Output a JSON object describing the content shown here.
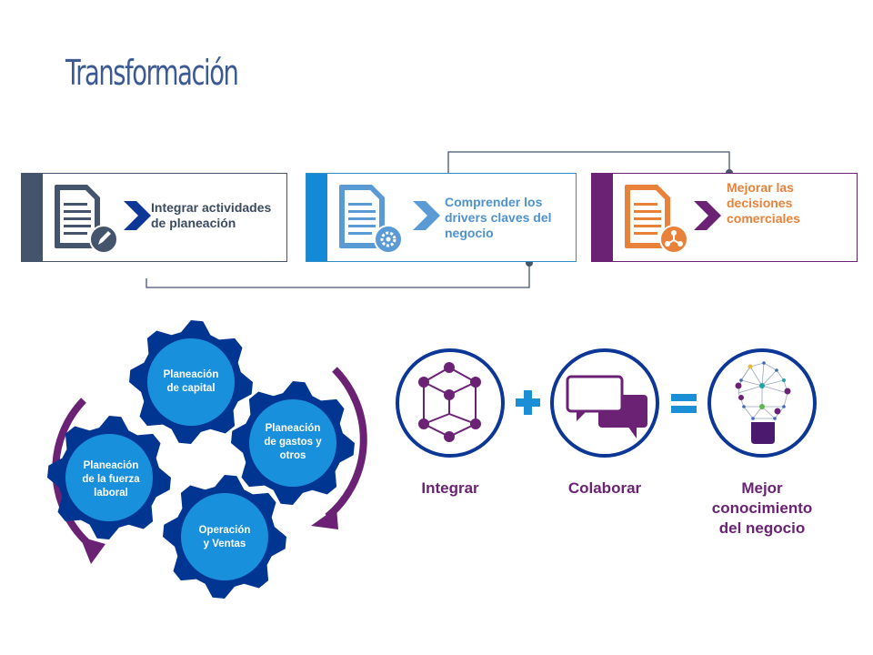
{
  "slide": {
    "title": "Transformación"
  },
  "steps": [
    {
      "label_line1": "Integrar actividades",
      "label_line2": "de planeación",
      "label_line3": "",
      "icon": "document-pencil-icon",
      "color": "#45546d"
    },
    {
      "label_line1": "Comprender los",
      "label_line2": "drivers claves del",
      "label_line3": "negocio",
      "icon": "document-gear-icon",
      "color": "#4e92d0"
    },
    {
      "label_line1": "Mejorar las",
      "label_line2": "decisiones",
      "label_line3": "comerciales",
      "icon": "document-network-icon",
      "color": "#e8823a"
    }
  ],
  "gears": [
    {
      "line1": "Planeación",
      "line2": "de capital",
      "line3": ""
    },
    {
      "line1": "Planeación",
      "line2": "de gastos y",
      "line3": "otros"
    },
    {
      "line1": "Planeación",
      "line2": "de la fuerza",
      "line3": "laboral"
    },
    {
      "line1": "Operación",
      "line2": "y Ventas",
      "line3": ""
    }
  ],
  "equation": {
    "term1": "Integrar",
    "operator1": "+",
    "term2": "Colaborar",
    "operator2": "=",
    "result_line1": "Mejor",
    "result_line2": "conocimiento",
    "result_line3": "del negocio"
  },
  "colors": {
    "title": "#3b5a94",
    "gear_outer": "#003592",
    "gear_inner": "#1890dc",
    "arrow": "#6b2275",
    "operator": "#1a8fd6",
    "circle_border": "#003592",
    "icon_purple": "#6b2275"
  }
}
